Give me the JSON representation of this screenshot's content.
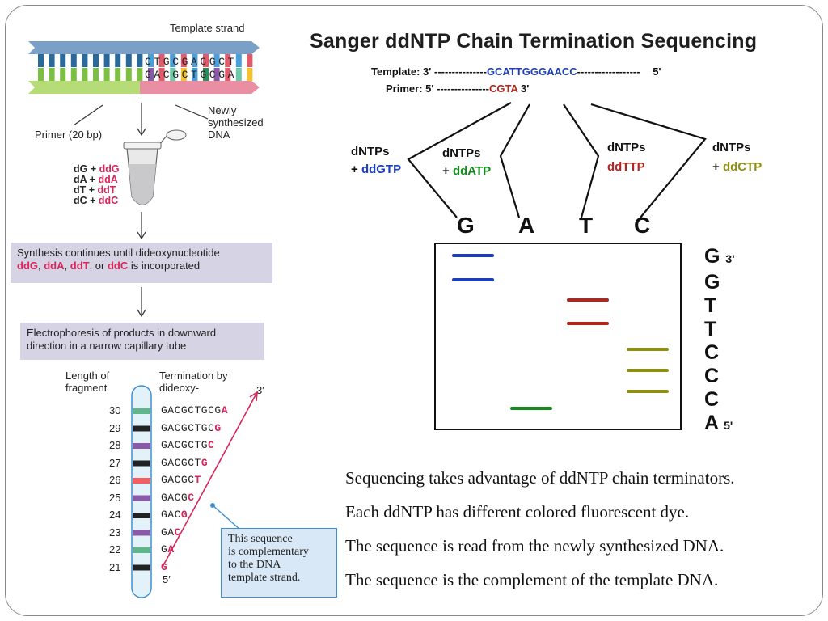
{
  "title": "Sanger ddNTP Chain Termination Sequencing",
  "template_line": {
    "label": "Template: 3'",
    "dashes_left": "---------------",
    "sequence": "GCATTGGGAACC",
    "dashes_right": "------------------",
    "end": "5'"
  },
  "primer_line": {
    "label": "Primer: 5'",
    "dashes": "---------------",
    "sequence": "CGTA",
    "end": "3'"
  },
  "reactions": [
    {
      "line1": "dNTPs",
      "line2_prefix": "+ ",
      "line2_ddntp": "ddGTP",
      "color": "#1c3fb8"
    },
    {
      "line1": "dNTPs",
      "line2_prefix": "+ ",
      "line2_ddntp": "ddATP",
      "color": "#168a1c"
    },
    {
      "line1": "dNTPs",
      "line2_prefix": "",
      "line2_ddntp": "ddTTP",
      "color": "#b3241c"
    },
    {
      "line1": "dNTPs",
      "line2_prefix": "+ ",
      "line2_ddntp": "ddCTP",
      "color": "#8e8e10"
    }
  ],
  "lanes": [
    "G",
    "A",
    "T",
    "C"
  ],
  "gel_bands": [
    {
      "lane": "G",
      "rank": 1,
      "color": "#1c3fb8"
    },
    {
      "lane": "G",
      "rank": 2,
      "color": "#1c3fb8"
    },
    {
      "lane": "T",
      "rank": 3,
      "color": "#b3241c"
    },
    {
      "lane": "T",
      "rank": 4,
      "color": "#b3241c"
    },
    {
      "lane": "C",
      "rank": 5,
      "color": "#8e8e10"
    },
    {
      "lane": "C",
      "rank": 6,
      "color": "#8e8e10"
    },
    {
      "lane": "C",
      "rank": 7,
      "color": "#8e8e10"
    },
    {
      "lane": "A",
      "rank": 8,
      "color": "#168a1c"
    }
  ],
  "readout": {
    "bases": [
      "G",
      "G",
      "T",
      "T",
      "C",
      "C",
      "C",
      "A"
    ],
    "top_label": "3'",
    "bottom_label": "5'"
  },
  "notes": [
    "Sequencing takes advantage of ddNTP chain terminators.",
    "Each ddNTP has different colored fluorescent dye.",
    "The sequence is read from the newly synthesized DNA.",
    "The sequence is the complement of the template DNA."
  ],
  "left_panel": {
    "template_strand_label": "Template strand",
    "template_seq": "CTGCGACGCT",
    "new_seq": "GACGCTGCGA",
    "primer_label": "Primer (20 bp)",
    "newly_label": [
      "Newly",
      "synthesized",
      "DNA"
    ],
    "mix": [
      {
        "d": "dG +",
        "dd": "ddG"
      },
      {
        "d": "dA +",
        "dd": "ddA"
      },
      {
        "d": "dT +",
        "dd": "ddT"
      },
      {
        "d": "dC +",
        "dd": "ddC"
      }
    ],
    "box1": {
      "line1": "Synthesis continues until dideoxynucleotide",
      "t1": "ddG",
      "s1": ", ",
      "t2": "ddA",
      "s2": ", ",
      "t3": "ddT",
      "s3": ", or ",
      "t4": "ddC",
      "tail": " is incorporated"
    },
    "box2": {
      "line1": "Electrophoresis of products in downward",
      "line2": "direction in a narrow capillary tube"
    },
    "len_header": [
      "Length of",
      "fragment"
    ],
    "term_header": [
      "Termination by",
      "dideoxy-"
    ],
    "end3": "3′",
    "end5": "5′",
    "fragments": [
      {
        "len": "30",
        "stem": "GACGCTGCG",
        "last": "A",
        "color": "#5fb68a"
      },
      {
        "len": "29",
        "stem": "GACGCTGC",
        "last": "G",
        "color": "#222222"
      },
      {
        "len": "28",
        "stem": "GACGCTG",
        "last": "C",
        "color": "#8a59a8"
      },
      {
        "len": "27",
        "stem": "GACGCT",
        "last": "G",
        "color": "#222222"
      },
      {
        "len": "26",
        "stem": "GACGC",
        "last": "T",
        "color": "#ef6060"
      },
      {
        "len": "25",
        "stem": "GACG",
        "last": "C",
        "color": "#8a59a8"
      },
      {
        "len": "24",
        "stem": "GAC",
        "last": "G",
        "color": "#222222"
      },
      {
        "len": "23",
        "stem": "GA",
        "last": "C",
        "color": "#8a59a8"
      },
      {
        "len": "22",
        "stem": "G",
        "last": "A",
        "color": "#5fb68a"
      },
      {
        "len": "21",
        "stem": "",
        "last": "G",
        "color": "#222222"
      }
    ],
    "callout": [
      "This sequence",
      "is complementary",
      "to the DNA",
      "template strand."
    ]
  }
}
